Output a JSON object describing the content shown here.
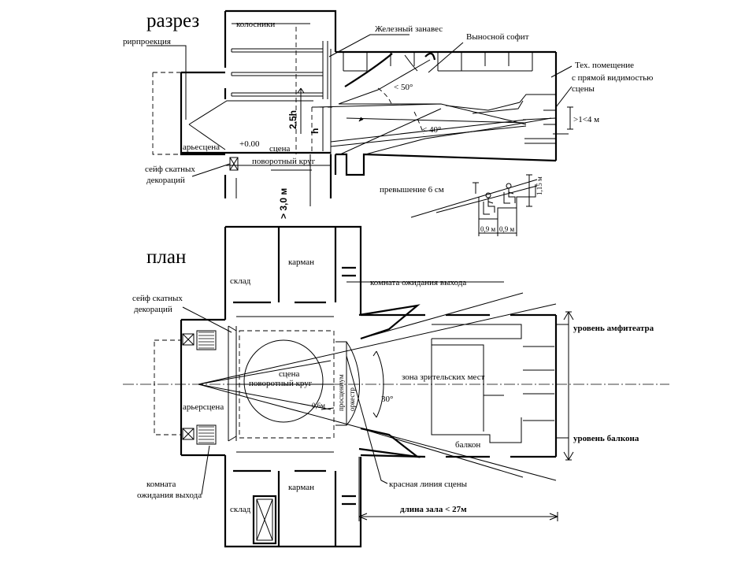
{
  "section": {
    "title": "разрез",
    "labels": {
      "kolosniki": "колосники",
      "zheleznyi_zanaves": "Железный занавес",
      "vynosnoi_sofit": "Выносной софит",
      "tekh_pomeshchenie_1": "Тех. помещение",
      "tekh_pomeshchenie_2": "с прямой видимостью",
      "tekh_pomeshchenie_3": "сцены",
      "rirproektsiya": "рирпроекция",
      "arierstsena": "арьесцена",
      "stsena": "сцена",
      "plus_zero": "+0.00",
      "povorotnyi_krug": "поворотный круг",
      "seif_1": "сейф скатных",
      "seif_2": "декораций",
      "angle_50": "< 50°",
      "angle_40": "< 40°",
      "dist_1_4": ">1<4 м",
      "dim_2_5h": "2.5h",
      "dim_h": "h",
      "dim_3m": "> 3,0 м"
    }
  },
  "seating_detail": {
    "prevyshenie": "превышение 6 см",
    "dim_1_15": "1,15 м",
    "dim_0_9_a": "0,9 м",
    "dim_0_9_b": "0,9 м"
  },
  "plan": {
    "title": "план",
    "labels": {
      "sklad_top": "склад",
      "karman_top": "карман",
      "komnata_top": "комната ожидания выхода",
      "seif_1": "сейф скатных",
      "seif_2": "декораций",
      "uroven_amfiteatra": "уровень амфитеатра",
      "stsena": "сцена",
      "povorotnyi_krug": "поворотный круг",
      "zona": "зона зрительских мест",
      "arierstsena": "арьерсцена",
      "proscenium": "просцениум",
      "orkestr": "оркестр",
      "angle_30": "30°",
      "dim_0_6": "0,6м",
      "balkon": "балкон",
      "uroven_balkona": "уровень балкона",
      "komnata_bottom_1": "комната",
      "komnata_bottom_2": "ожидания выхода",
      "krasnaya_liniya": "красная линия сцены",
      "karman_bottom": "карман",
      "sklad_bottom": "склад",
      "dlina_zala": "длина зала < 27м"
    }
  }
}
